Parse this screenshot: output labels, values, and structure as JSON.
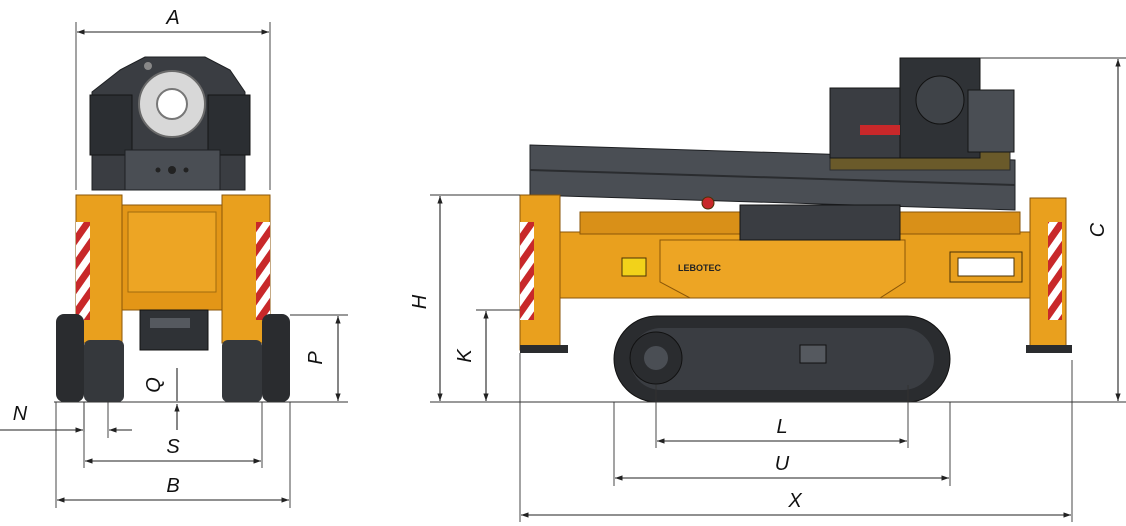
{
  "front_view": {
    "dimensions": {
      "A": "A",
      "B": "B",
      "N": "N",
      "P": "P",
      "Q": "Q",
      "S": "S"
    }
  },
  "side_view": {
    "dimensions": {
      "C": "C",
      "H": "H",
      "K": "K",
      "L": "L",
      "U": "U",
      "X": "X"
    },
    "brand_label": "LEBOTEC"
  },
  "colors": {
    "body_orange": "#e9a01e",
    "body_orange_dark": "#b8760e",
    "machinery_dark": "#2f3236",
    "machinery_mid": "#4a4e54",
    "track": "#2a2c2f",
    "warning_red": "#c8282a",
    "dimension_line": "#222222"
  }
}
